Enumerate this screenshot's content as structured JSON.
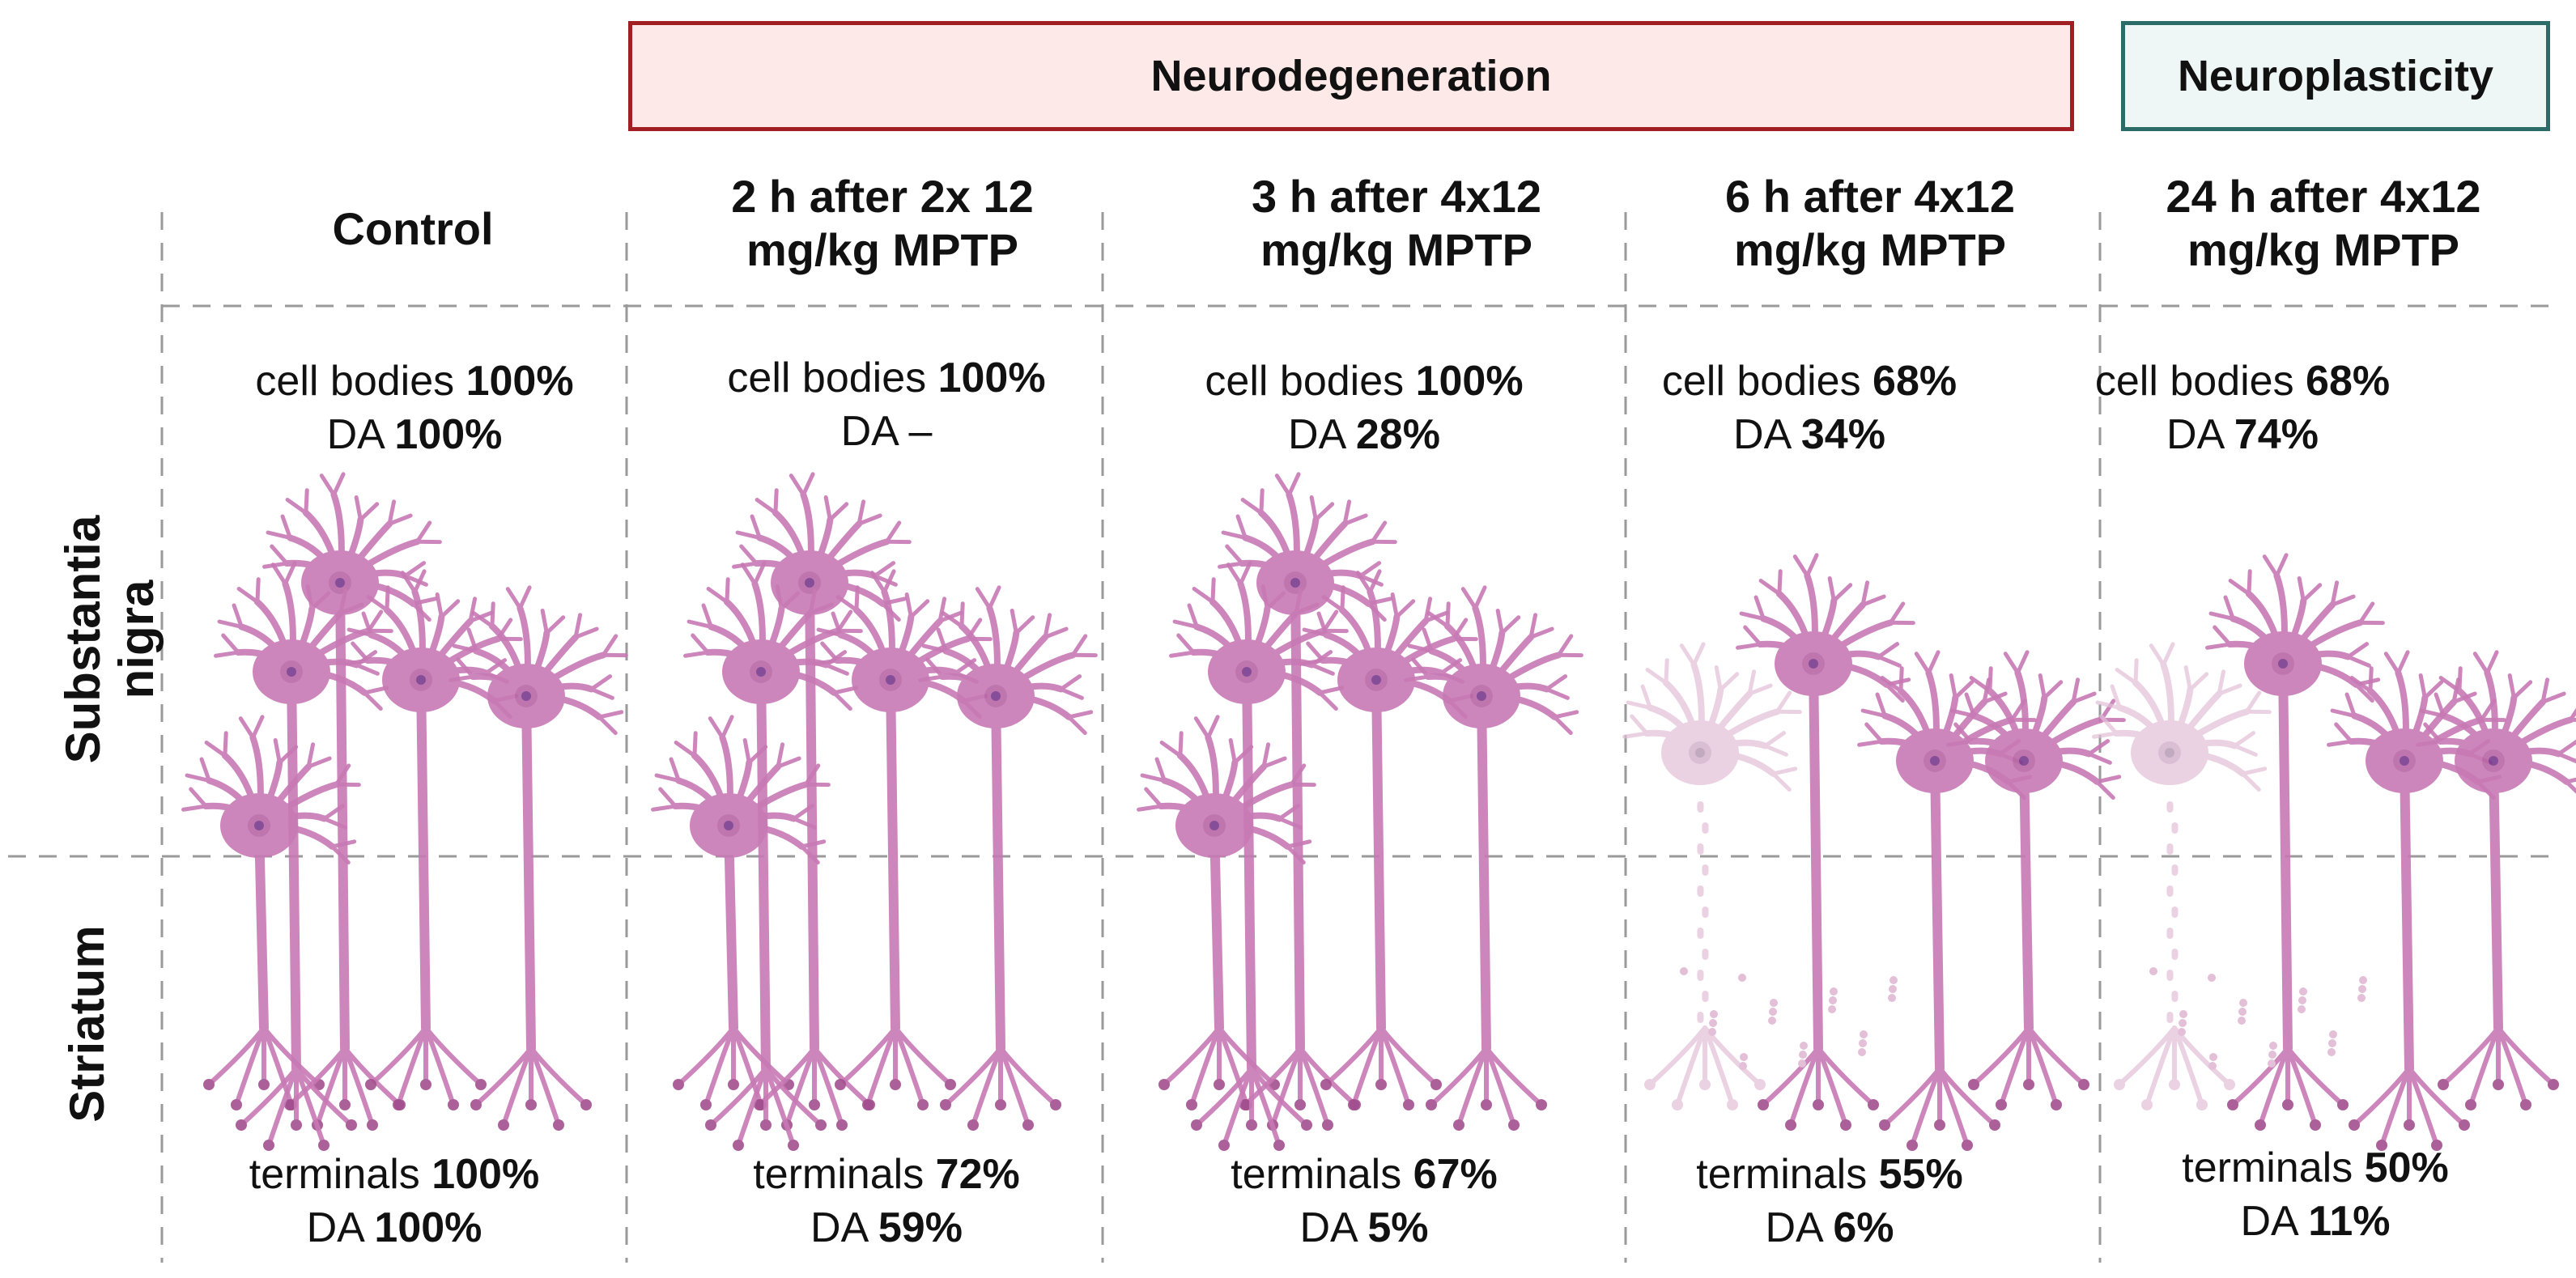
{
  "banners": {
    "neurodegeneration": "Neurodegeneration",
    "neuroplasticity": "Neuroplasticity"
  },
  "row_labels": {
    "top": "Substantia nigra",
    "top_line1": "Substantia",
    "top_line2": "nigra",
    "bottom": "Striatum"
  },
  "columns": [
    {
      "title_l1": "Control",
      "title_l2": "",
      "sn_cells_label": "cell bodies ",
      "sn_cells_value": "100%",
      "sn_da_label": "DA ",
      "sn_da_value": "100%",
      "st_term_label": "terminals ",
      "st_term_value": "100%",
      "st_da_label": "DA ",
      "st_da_value": "100%"
    },
    {
      "title_l1": "2 h after 2x 12",
      "title_l2": "mg/kg MPTP",
      "sn_cells_label": "cell bodies ",
      "sn_cells_value": "100%",
      "sn_da_label": "DA –",
      "sn_da_value": "",
      "st_term_label": "terminals ",
      "st_term_value": "72%",
      "st_da_label": "DA ",
      "st_da_value": "59%"
    },
    {
      "title_l1": "3 h after 4x12",
      "title_l2": "mg/kg MPTP",
      "sn_cells_label": "cell bodies ",
      "sn_cells_value": "100%",
      "sn_da_label": "DA ",
      "sn_da_value": "28%",
      "st_term_label": "terminals ",
      "st_term_value": "67%",
      "st_da_label": "DA ",
      "st_da_value": "5%"
    },
    {
      "title_l1": "6 h after 4x12",
      "title_l2": "mg/kg MPTP",
      "sn_cells_label": "cell bodies ",
      "sn_cells_value": "68%",
      "sn_da_label": "DA ",
      "sn_da_value": "34%",
      "st_term_label": "terminals ",
      "st_term_value": "55%",
      "st_da_label": "DA ",
      "st_da_value": "6%"
    },
    {
      "title_l1": "24 h after 4x12",
      "title_l2": "mg/kg MPTP",
      "sn_cells_label": "cell bodies ",
      "sn_cells_value": "68%",
      "sn_da_label": "DA ",
      "sn_da_value": "74%",
      "st_term_label": "terminals ",
      "st_term_value": "50%",
      "st_da_label": "DA ",
      "st_da_value": "11%"
    }
  ],
  "neurons": [
    {
      "count": 5,
      "faded": 0,
      "fragmented": false
    },
    {
      "count": 5,
      "faded": 0,
      "fragmented": false
    },
    {
      "count": 5,
      "faded": 0,
      "fragmented": false
    },
    {
      "count": 4,
      "faded": 1,
      "fragmented": true
    },
    {
      "count": 4,
      "faded": 1,
      "fragmented": true
    }
  ],
  "colors": {
    "neuron": "#c879b4",
    "neuron_dark": "#a24f8e",
    "neuron_light": "#e3bfd8",
    "nucleus": "#7a3b8f",
    "neuro_border": "#a11f23",
    "neuro_fill": "#fde9e8",
    "plast_border": "#2b6b68",
    "plast_fill": "#eef7f5",
    "gridline": "#9a9a9a"
  }
}
